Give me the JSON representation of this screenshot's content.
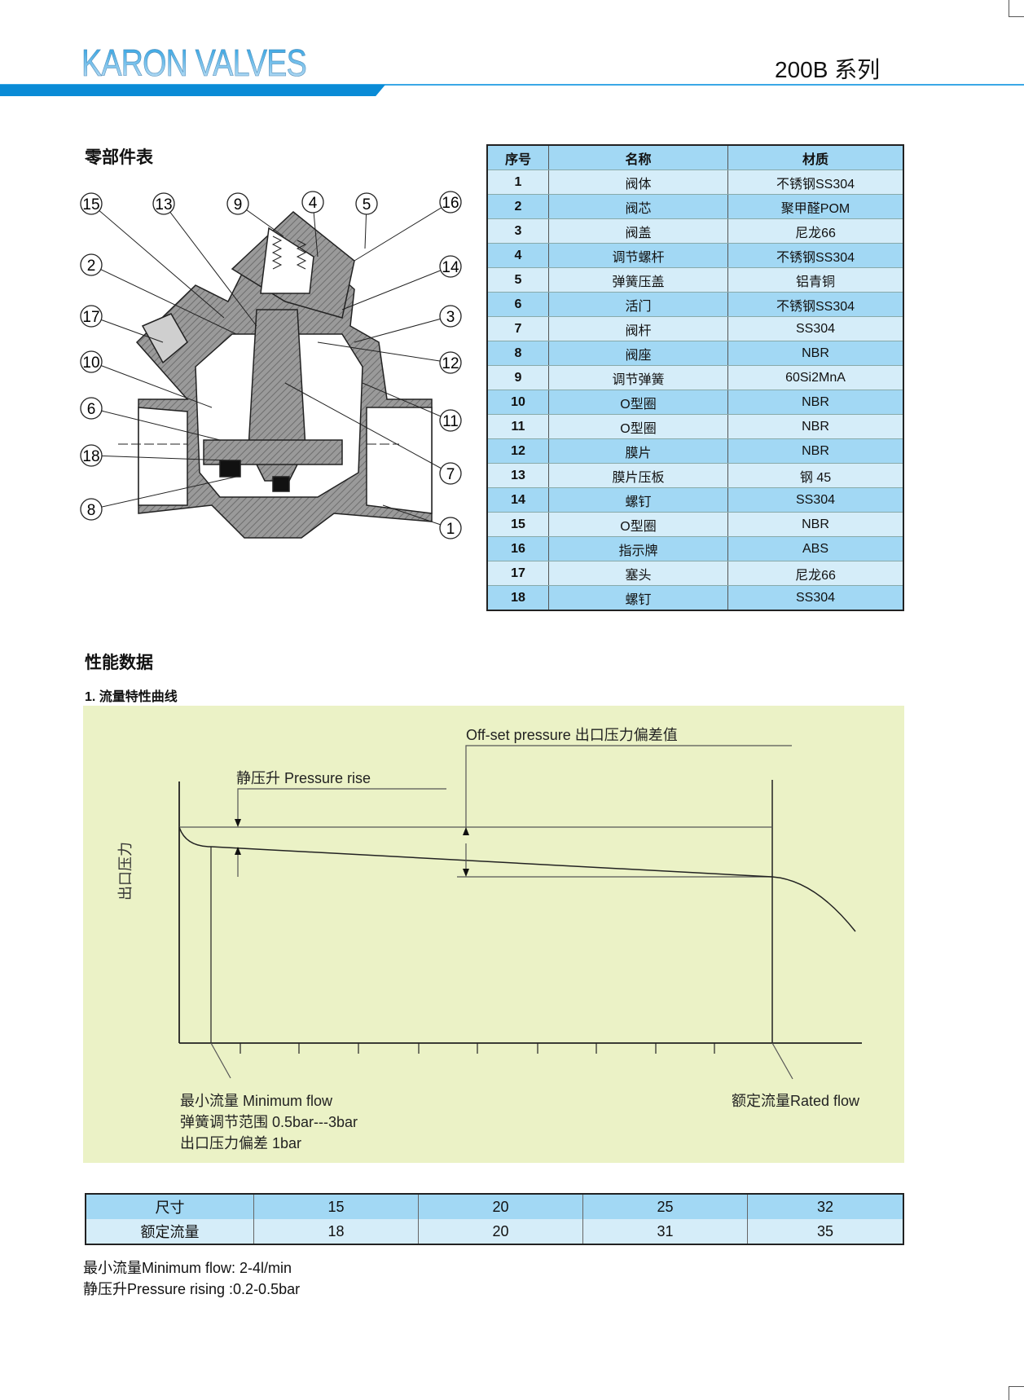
{
  "header": {
    "brand": "KARON VALVES",
    "series": "200B  系列",
    "accent_color": "#0a8bd6"
  },
  "parts_section": {
    "title": "零部件表",
    "columns": [
      "序号",
      "名称",
      "材质"
    ],
    "rows": [
      [
        "1",
        "阀体",
        "不锈钢SS304"
      ],
      [
        "2",
        "阀芯",
        "聚甲醛POM"
      ],
      [
        "3",
        "阀盖",
        "尼龙66"
      ],
      [
        "4",
        "调节螺杆",
        "不锈钢SS304"
      ],
      [
        "5",
        "弹簧压盖",
        "铝青铜"
      ],
      [
        "6",
        "活门",
        "不锈钢SS304"
      ],
      [
        "7",
        "阀杆",
        "SS304"
      ],
      [
        "8",
        "阀座",
        "NBR"
      ],
      [
        "9",
        "调节弹簧",
        "60Si2MnA"
      ],
      [
        "10",
        "O型圈",
        "NBR"
      ],
      [
        "11",
        "O型圈",
        "NBR"
      ],
      [
        "12",
        "膜片",
        "NBR"
      ],
      [
        "13",
        "膜片压板",
        "钢 45"
      ],
      [
        "14",
        "螺钉",
        "SS304"
      ],
      [
        "15",
        "O型圈",
        "NBR"
      ],
      [
        "16",
        "指示牌",
        "ABS"
      ],
      [
        "17",
        "塞头",
        "尼龙66"
      ],
      [
        "18",
        "螺钉",
        "SS304"
      ]
    ],
    "callouts": [
      "15",
      "13",
      "9",
      "4",
      "5",
      "16",
      "2",
      "14",
      "17",
      "3",
      "10",
      "12",
      "6",
      "11",
      "18",
      "7",
      "8",
      "1"
    ]
  },
  "performance": {
    "title": "性能数据",
    "subtitle": "1. 流量特性曲线",
    "curve": {
      "offset_label": "Off-set pressure 出口压力偏差值",
      "rise_label": "静压升 Pressure rise",
      "y_label": "出口压力",
      "min_flow_label": "最小流量 Minimum flow",
      "spring_range": "弹簧调节范围  0.5bar---3bar",
      "offset_value": "出口压力偏差  1bar",
      "rated_flow_label": "额定流量Rated flow"
    },
    "flow_table": {
      "size_label": "尺寸",
      "sizes": [
        "15",
        "20",
        "25",
        "32"
      ],
      "flow_label": "额定流量",
      "flows": [
        "18",
        "20",
        "31",
        "35"
      ]
    },
    "notes": [
      "最小流量Minimum flow: 2-4l/min",
      "静压升Pressure rising :0.2-0.5bar"
    ]
  }
}
